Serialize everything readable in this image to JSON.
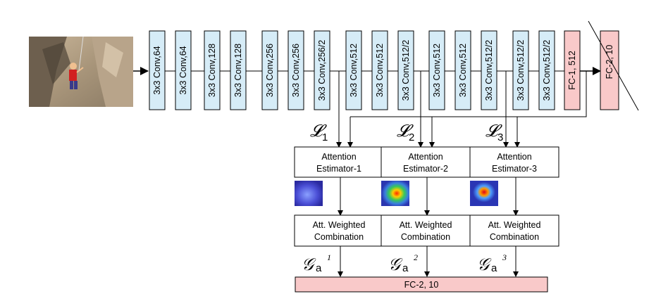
{
  "conv_layers": [
    {
      "label": "3x3 Conv,64"
    },
    {
      "label": "3x3 Conv,64"
    },
    {
      "label": "3x3 Conv,128"
    },
    {
      "label": "3x3 Conv,128"
    },
    {
      "label": "3x3 Conv,256"
    },
    {
      "label": "3x3 Conv,256"
    },
    {
      "label": "3x3 Conv,256/2"
    },
    {
      "label": "3x3 Conv,512"
    },
    {
      "label": "3x3 Conv,512"
    },
    {
      "label": "3x3 Conv,512/2"
    },
    {
      "label": "3x3 Conv,512"
    },
    {
      "label": "3x3 Conv,512"
    },
    {
      "label": "3x3 Conv,512/2"
    },
    {
      "label": "3x3 Conv,512/2"
    },
    {
      "label": "3x3 Conv,512/2"
    }
  ],
  "fc_layers": [
    {
      "label": "FC-1, 512",
      "crossed": false
    },
    {
      "label": "FC-2, 10",
      "crossed": true
    }
  ],
  "attention_estimators": [
    {
      "line1": "Attention",
      "line2": "Estimator-1",
      "loss_symbol": "𝓛",
      "loss_index": "1",
      "heatmap": "weak"
    },
    {
      "line1": "Attention",
      "line2": "Estimator-2",
      "loss_symbol": "𝓛",
      "loss_index": "2",
      "heatmap": "strong"
    },
    {
      "line1": "Attention",
      "line2": "Estimator-3",
      "loss_symbol": "𝓛",
      "loss_index": "3",
      "heatmap": "focused"
    }
  ],
  "combinations": [
    {
      "line1": "Att. Weighted",
      "line2": "Combination",
      "g_symbol": "𝒢",
      "g_sub": "a",
      "g_sup": "1"
    },
    {
      "line1": "Att. Weighted",
      "line2": "Combination",
      "g_symbol": "𝒢",
      "g_sub": "a",
      "g_sup": "2"
    },
    {
      "line1": "Att. Weighted",
      "line2": "Combination",
      "g_symbol": "𝒢",
      "g_sub": "a",
      "g_sup": "3"
    }
  ],
  "final_fc": {
    "label": "FC-2, 10"
  },
  "colors": {
    "conv_fill": "#d6ecf7",
    "fc_fill": "#f9c9c9",
    "stroke": "#000000"
  }
}
